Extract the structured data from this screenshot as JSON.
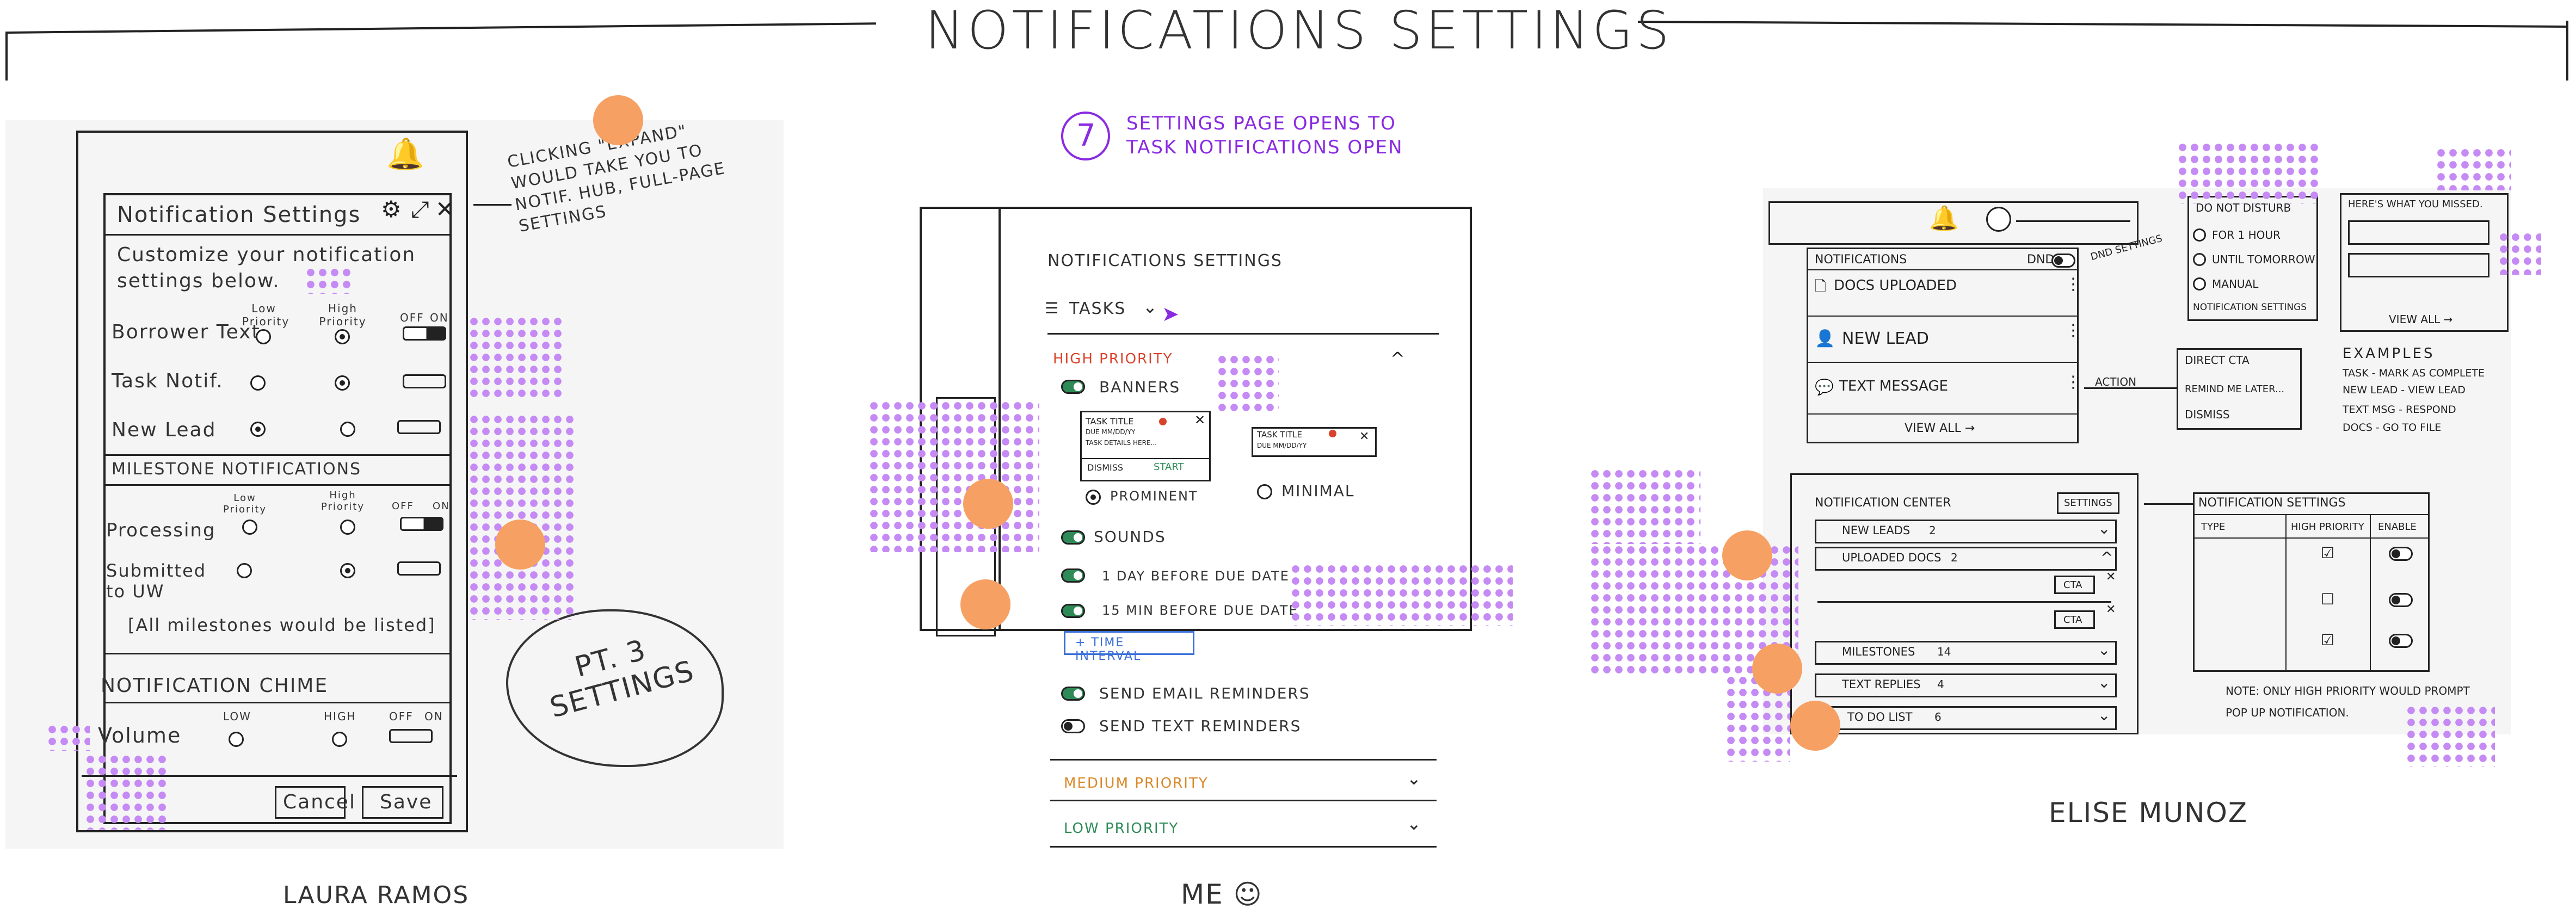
{
  "title": "Notifications Settings",
  "sketch1": {
    "author": "Laura Ramos",
    "panel_title": "Notification Settings",
    "subtitle": "Customize your notification settings below.",
    "col_low": "Low Priority",
    "col_high": "High Priority",
    "col_off": "OFF",
    "col_on": "ON",
    "rows": [
      {
        "label": "Borrower Text"
      },
      {
        "label": "Task Notif."
      },
      {
        "label": "New Lead"
      }
    ],
    "milestone_header": "MILESTONE NOTIFICATIONS",
    "milestone_rows": [
      {
        "label": "Processing"
      },
      {
        "label": "Submitted to UW"
      }
    ],
    "milestone_note": "[All milestones would be listed]",
    "chime_header": "NOTIFICATION CHIME",
    "volume_label": "Volume",
    "vol_low": "LOW",
    "vol_high": "HIGH",
    "cancel": "Cancel",
    "save": "Save",
    "annotation": "CLICKING \"EXPAND\" WOULD TAKE YOU TO NOTIF. HUB, FULL-PAGE SETTINGS",
    "cloud": "PT. 3 SETTINGS"
  },
  "sketch2": {
    "author": "ME ☺",
    "step_number": "7",
    "step_note": "SETTINGS PAGE OPENS TO TASK NOTIFICATIONS OPEN",
    "page_title": "NOTIFICATIONS SETTINGS",
    "tasks_dropdown": "TASKS",
    "high_priority": "HIGH PRIORITY",
    "banners": "BANNERS",
    "banner_title": "TASK TITLE",
    "banner_date": "DUE MM/DD/YY",
    "banner_details": "TASK DETAILS HERE...",
    "dismiss": "DISMISS",
    "start": "START",
    "prominent": "PROMINENT",
    "minimal": "MINIMAL",
    "sounds": "SOUNDS",
    "one_day": "1 DAY BEFORE DUE DATE",
    "fifteen_min": "15 MIN BEFORE DUE DATE",
    "time_interval": "+ TIME INTERVAL",
    "email_reminders": "SEND EMAIL REMINDERS",
    "text_reminders": "SEND TEXT REMINDERS",
    "medium_priority": "MEDIUM PRIORITY",
    "low_priority": "LOW PRIORITY",
    "high_color": "#d9432b",
    "medium_color": "#d98a2b",
    "low_color": "#2e8b57",
    "accent_color": "#8a2be2"
  },
  "sketch3": {
    "author": "ELISE MUNOZ",
    "notifications": "NOTIFICATIONS",
    "dnd": "DND",
    "docs_uploaded": "DOCS UPLOADED",
    "new_lead": "NEW LEAD",
    "text_message": "TEXT MESSAGE",
    "view_all": "VIEW ALL →",
    "dnd_settings": "DND SETTINGS",
    "do_not_disturb": "DO NOT DISTURB",
    "for_1_hour": "FOR 1 HOUR",
    "until_tomorrow": "UNTIL TOMORROW",
    "manual": "MANUAL",
    "notification_settings_link": "NOTIFICATION SETTINGS",
    "missed_title": "HERE'S WHAT YOU MISSED.",
    "missed_view_all": "VIEW ALL →",
    "action": "ACTION",
    "direct_cta": "DIRECT CTA",
    "remind_later": "REMIND ME LATER...",
    "dismiss": "DISMISS",
    "examples_title": "EXAMPLES",
    "examples": [
      "TASK - MARK AS COMPLETE",
      "NEW LEAD - VIEW LEAD",
      "TEXT MSG - RESPOND",
      "DOCS - GO TO FILE"
    ],
    "center_title": "NOTIFICATION CENTER",
    "settings_btn": "SETTINGS",
    "center_items": [
      {
        "label": "NEW LEADS",
        "count": "2"
      },
      {
        "label": "UPLOADED DOCS",
        "count": "2"
      },
      {
        "label": "MILESTONES",
        "count": "14"
      },
      {
        "label": "TEXT REPLIES",
        "count": "4"
      },
      {
        "label": "TO DO LIST",
        "count": "6"
      }
    ],
    "cta": "CTA",
    "settings_title": "NOTIFICATION SETTINGS",
    "col_type": "TYPE",
    "col_high": "HIGH PRIORITY",
    "col_enable": "ENABLE",
    "note": "NOTE: ONLY HIGH PRIORITY WOULD PROMPT POP UP NOTIFICATION."
  }
}
